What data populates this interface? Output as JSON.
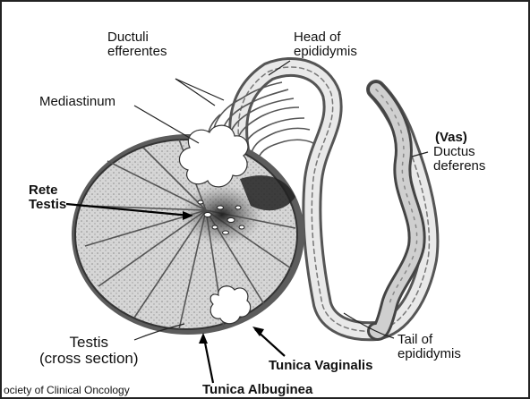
{
  "labels": {
    "ductuli_efferentes": [
      "Ductuli",
      "efferentes"
    ],
    "head_of_epididymis": [
      "Head of",
      "epididymis"
    ],
    "mediastinum": "Mediastinum",
    "rete_testis": [
      "Rete",
      "Testis"
    ],
    "vas": "(Vas)",
    "ductus_deferens": [
      "Ductus",
      "deferens"
    ],
    "testis": [
      "Testis",
      "(cross section)"
    ],
    "tail_of_epididymis": [
      "Tail of",
      "epididymis"
    ],
    "tunica_vaginalis": "Tunica Vaginalis",
    "tunica_albuginea": "Tunica Albuginea",
    "credit": "ociety of Clinical Oncology"
  }
}
